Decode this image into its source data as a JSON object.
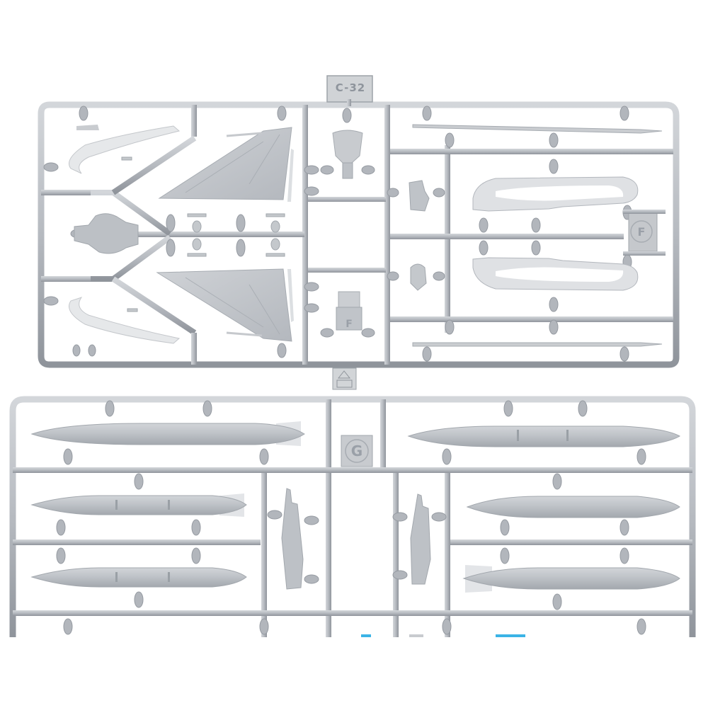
{
  "photo": {
    "subject": "Plastic model kit sprues (grey)",
    "background_color": "#ffffff",
    "plastic_color": "#b9bdc3",
    "plastic_shadow": "#9ea3aa",
    "plastic_light": "#d6d9dd"
  },
  "sprue_top": {
    "tag_label": "C-32",
    "part_code_right": "F",
    "part_code_bottom": "F",
    "parts": [
      "canopy-rail-upper",
      "canopy-rail-lower",
      "nose-cone",
      "tail-fin-upper",
      "tail-fin-lower",
      "pitot-upper",
      "pitot-lower",
      "seat-back",
      "seat-base",
      "intake-upper",
      "intake-lower",
      "bracket-small",
      "nozzle-small"
    ]
  },
  "sprue_bottom": {
    "manufacturer_tag": "logo",
    "part_code": "G",
    "parts": [
      "fuel-tank-top-left",
      "fuel-tank-mid-left",
      "fuel-tank-bottom-left",
      "fuel-tank-top-right",
      "fuel-tank-mid-right",
      "fuel-tank-bottom-right",
      "pylon-left",
      "pylon-right"
    ]
  }
}
